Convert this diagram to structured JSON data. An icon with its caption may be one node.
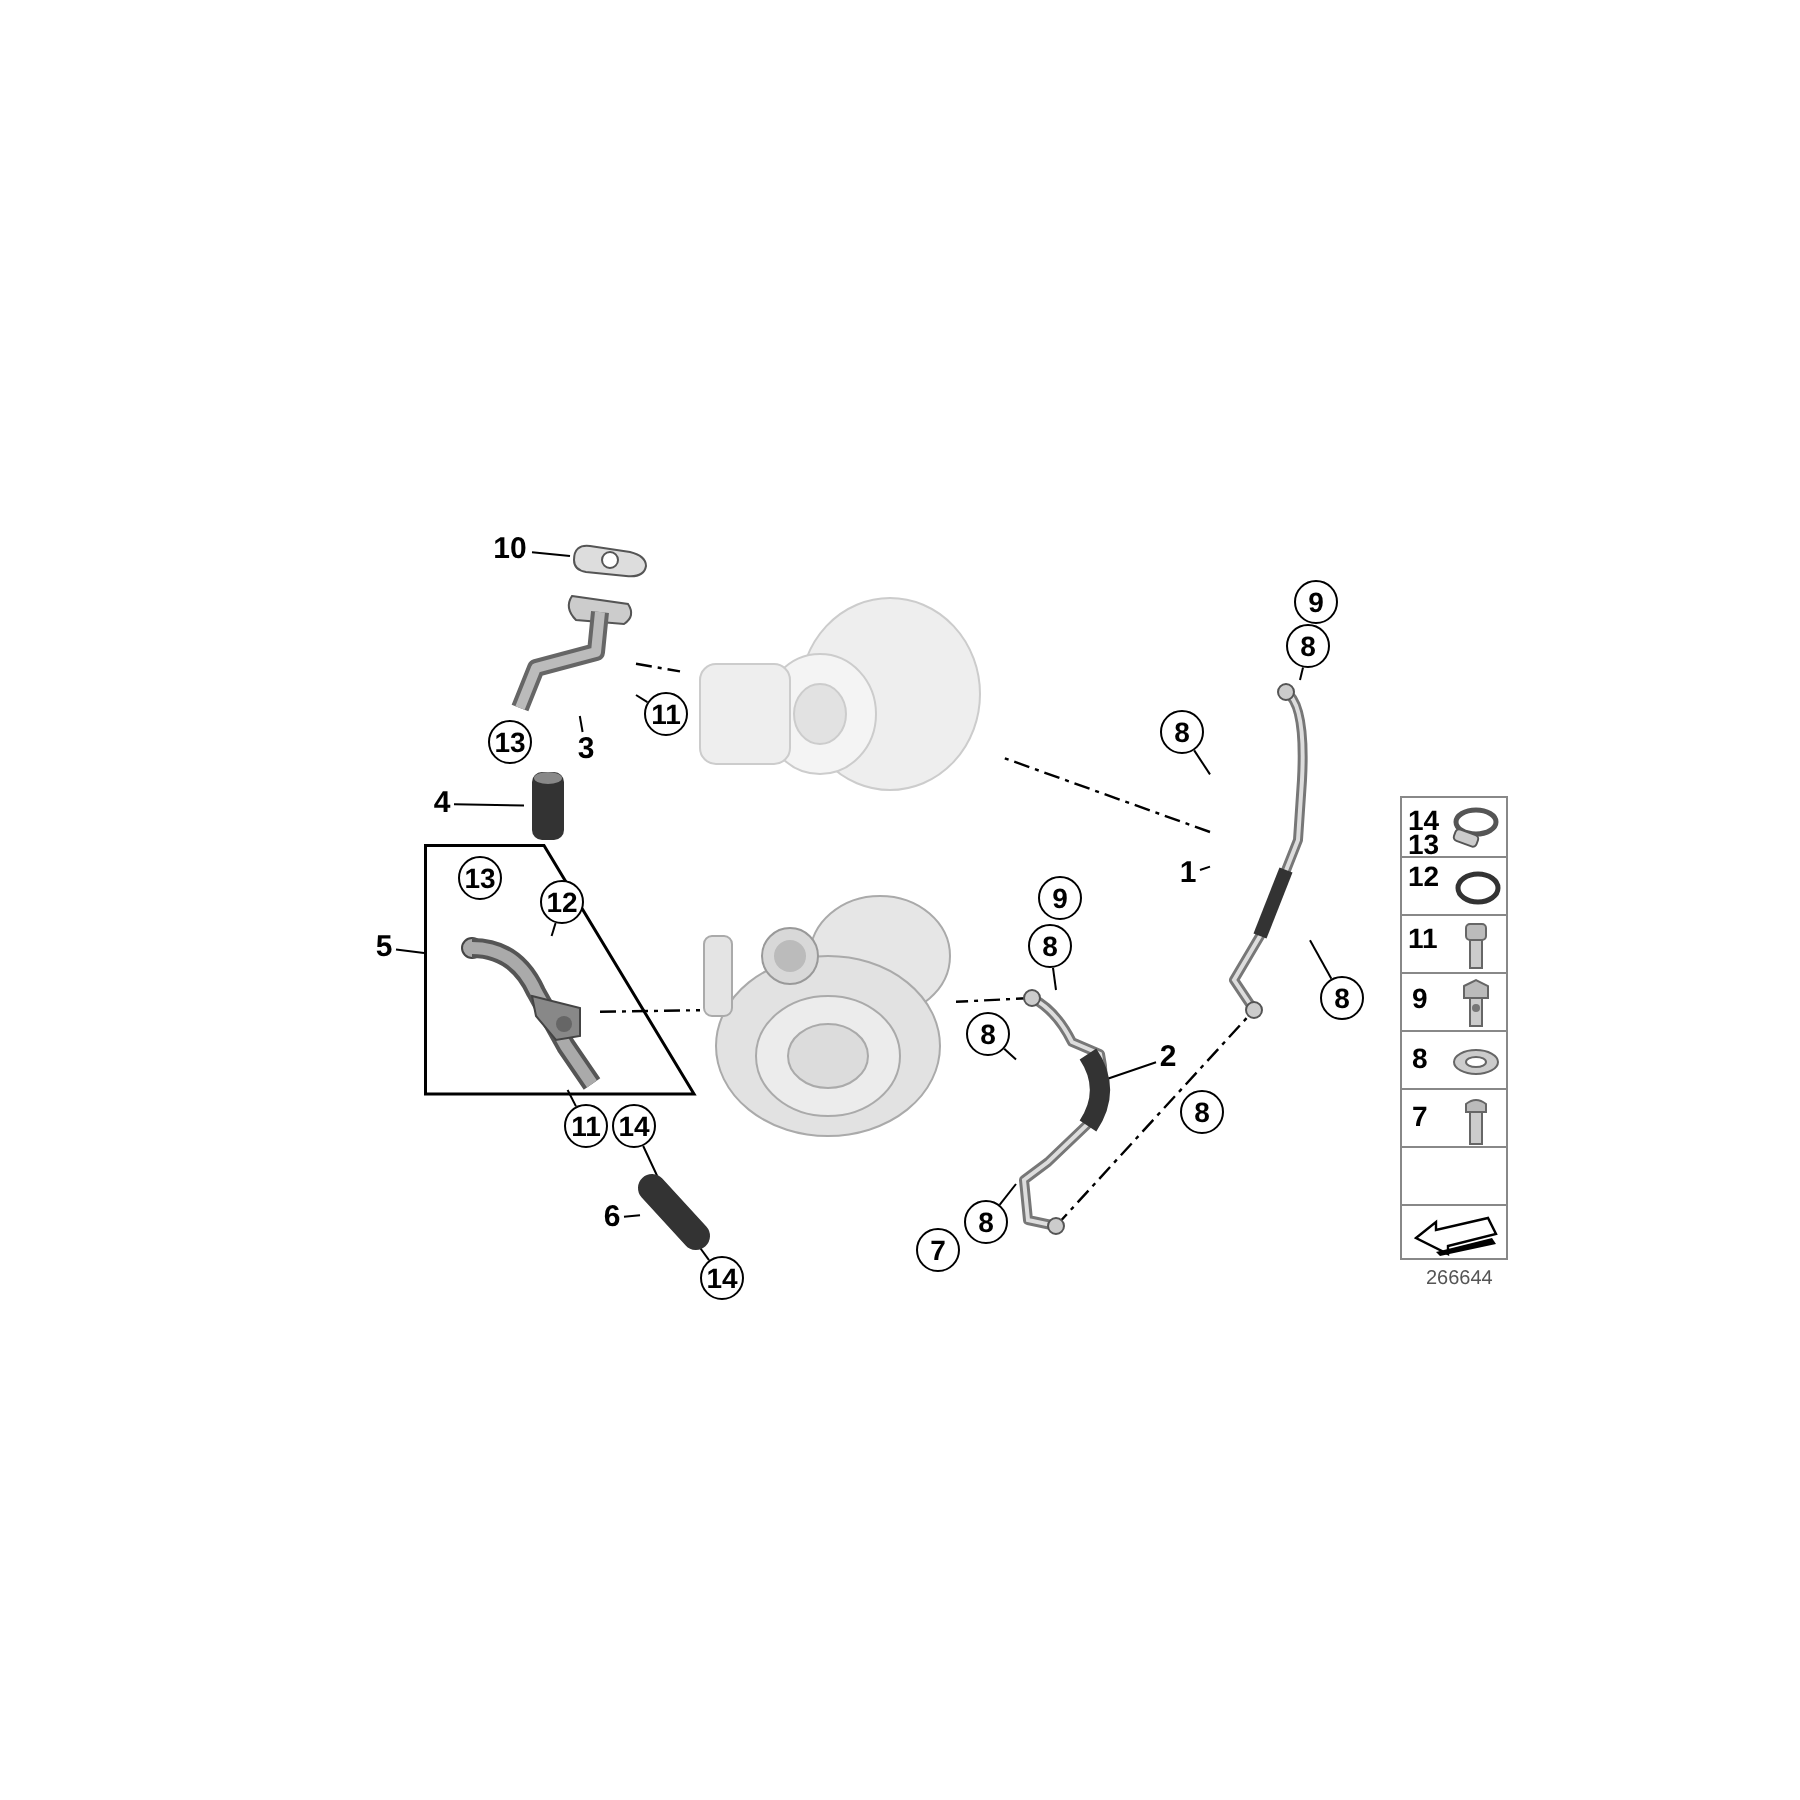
{
  "diagram": {
    "nodes": [
      {
        "text": [
          "10"
        ]
      },
      {
        "text": [],
        "shape": "picture"
      },
      {
        "text": [
          "11"
        ]
      },
      {
        "text": [
          "3"
        ]
      },
      {
        "text": [],
        "shape": "picture"
      },
      {
        "text": [
          "4"
        ]
      },
      {
        "text": [],
        "shape": "picture"
      },
      {
        "text": [
          "5"
        ]
      },
      {
        "text": [],
        "shape": "box"
      },
      {
        "text": [],
        "shape": "picture",
        "in": 8
      },
      {
        "text": [
          "12"
        ],
        "in": 8
      },
      {
        "text": [
          "11"
        ]
      },
      {
        "text": [
          "6"
        ]
      },
      {
        "text": [],
        "shape": "picture"
      },
      {
        "text": [
          "14"
        ]
      },
      {
        "text": [
          "14"
        ]
      },
      {
        "text": [],
        "shape": "picture"
      },
      {
        "text": [],
        "shape": "picture"
      },
      {
        "text": [
          "1"
        ]
      },
      {
        "text": [],
        "shape": "picture"
      },
      {
        "text": [
          "8"
        ]
      },
      {
        "text": [
          "8"
        ]
      },
      {
        "text": [
          "2"
        ]
      },
      {
        "text": [],
        "shape": "picture"
      },
      {
        "text": [
          "8"
        ]
      },
      {
        "text": [
          "8"
        ]
      },
      {
        "text": [
          "8"
        ]
      },
      {
        "text": [
          "8"
        ]
      },
      {
        "text": [
          "9"
        ]
      },
      {
        "text": [
          "13"
        ]
      },
      {
        "text": [
          "13"
        ],
        "in": 8
      },
      {
        "text": [
          "9"
        ]
      },
      {
        "text": [
          "8"
        ]
      },
      {
        "text": [
          "7"
        ]
      }
    ],
    "edges": [
      {
        "from": 0,
        "to": 1,
        "arrow": "none"
      },
      {
        "from": 2,
        "to": 4,
        "arrow": "none"
      },
      {
        "from": 3,
        "to": 4,
        "arrow": "none"
      },
      {
        "from": 5,
        "to": 6,
        "arrow": "none"
      },
      {
        "from": 7,
        "to": 8,
        "arrow": "none"
      },
      {
        "from": 10,
        "to": 9,
        "arrow": "none"
      },
      {
        "from": 11,
        "to": 9,
        "arrow": "none"
      },
      {
        "from": 12,
        "to": 13,
        "arrow": "none"
      },
      {
        "from": 14,
        "to": 13,
        "arrow": "none"
      },
      {
        "from": 15,
        "to": 13,
        "arrow": "none"
      },
      {
        "from": 18,
        "to": 19,
        "arrow": "none"
      },
      {
        "from": 20,
        "to": 19,
        "arrow": "none"
      },
      {
        "from": 21,
        "to": 19,
        "arrow": "none"
      },
      {
        "from": 22,
        "to": 23,
        "arrow": "none"
      },
      {
        "from": 24,
        "to": 23,
        "arrow": "none"
      },
      {
        "from": 25,
        "to": 23,
        "arrow": "none"
      },
      {
        "from": 26,
        "to": 19,
        "arrow": "none"
      },
      {
        "from": 27,
        "to": 23,
        "arrow": "none"
      },
      {
        "from": 4,
        "to": 16,
        "arrow": "none",
        "style": "dashed"
      },
      {
        "from": 9,
        "to": 17,
        "arrow": "none",
        "style": "dashed"
      },
      {
        "from": 23,
        "to": 17,
        "arrow": "none",
        "style": "dashed"
      },
      {
        "from": 19,
        "to": 16,
        "arrow": "none",
        "style": "dashed"
      },
      {
        "from": 23,
        "to": 19,
        "arrow": "none",
        "style": "dashed"
      }
    ],
    "labels": [
      "14",
      "13",
      "12",
      "11",
      "9",
      "8",
      "7",
      "266644"
    ]
  }
}
